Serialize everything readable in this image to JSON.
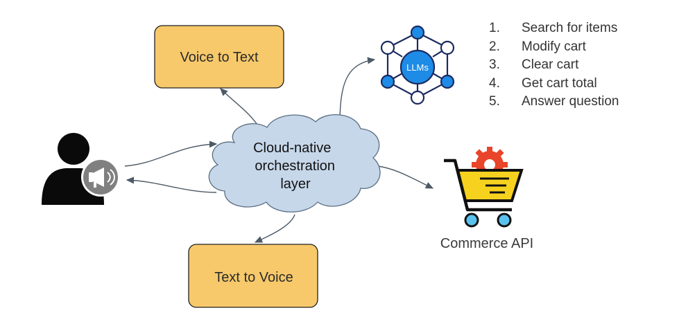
{
  "nodes": {
    "voice_to_text": "Voice to Text",
    "text_to_voice": "Text to Voice",
    "orchestration": [
      "Cloud-native",
      "orchestration",
      "layer"
    ],
    "llm_badge": "LLMs",
    "commerce": "Commerce API"
  },
  "steps": [
    {
      "num": "1.",
      "text": "Search for items"
    },
    {
      "num": "2.",
      "text": "Modify cart"
    },
    {
      "num": "3.",
      "text": "Clear cart"
    },
    {
      "num": "4.",
      "text": "Get cart total"
    },
    {
      "num": "5.",
      "text": "Answer question"
    }
  ],
  "icons": {
    "user": "user-with-megaphone-icon",
    "llm": "llm-network-icon",
    "cart": "shopping-cart-gear-icon"
  },
  "colors": {
    "box_fill": "#F7C96B",
    "box_stroke": "#202020",
    "cloud_fill": "#C6D7EA",
    "cloud_stroke": "#5A6D82",
    "arrow": "#4D5A66",
    "llm_blue": "#1E8BE6",
    "llm_stroke": "#1B2A5E",
    "cart_yellow": "#F6D21F",
    "cart_red": "#E8452A",
    "cart_blue": "#5AC2EE"
  }
}
